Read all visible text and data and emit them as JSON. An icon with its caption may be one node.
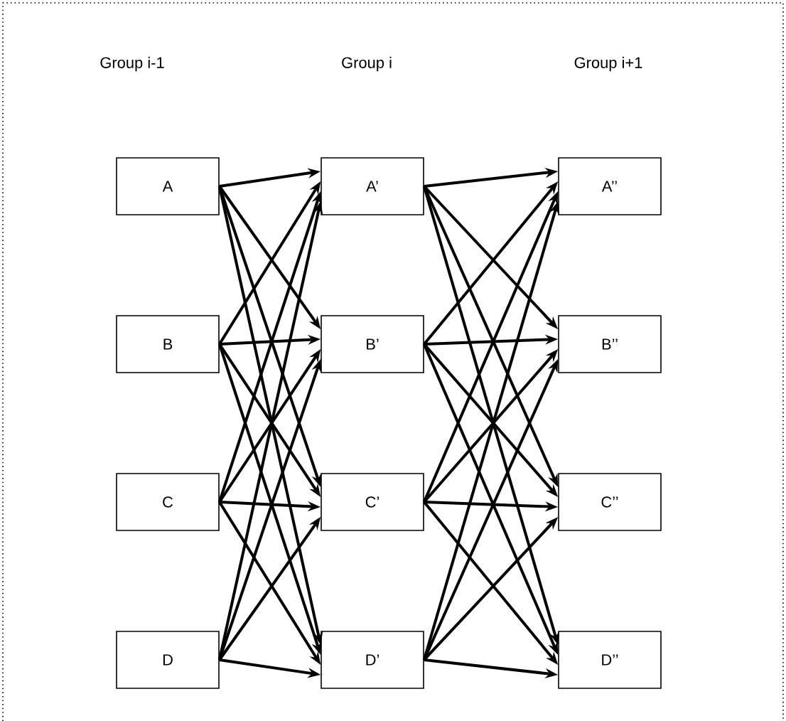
{
  "diagram": {
    "nodes": [
      {
        "text": [
          "A"
        ]
      },
      {
        "text": [
          "B"
        ]
      },
      {
        "text": [
          "C"
        ]
      },
      {
        "text": [
          "D"
        ]
      },
      {
        "text": [
          "A’"
        ]
      },
      {
        "text": [
          "B’"
        ]
      },
      {
        "text": [
          "C’"
        ]
      },
      {
        "text": [
          "D’"
        ]
      },
      {
        "text": [
          "A’’"
        ]
      },
      {
        "text": [
          "B’’"
        ]
      },
      {
        "text": [
          "C’’"
        ]
      },
      {
        "text": [
          "D’’"
        ]
      }
    ],
    "edges": [
      {
        "from": 0,
        "to": 4,
        "arrow": "to"
      },
      {
        "from": 0,
        "to": 5,
        "arrow": "to"
      },
      {
        "from": 0,
        "to": 6,
        "arrow": "to"
      },
      {
        "from": 0,
        "to": 7,
        "arrow": "to"
      },
      {
        "from": 1,
        "to": 4,
        "arrow": "to"
      },
      {
        "from": 1,
        "to": 5,
        "arrow": "to"
      },
      {
        "from": 1,
        "to": 6,
        "arrow": "to"
      },
      {
        "from": 1,
        "to": 7,
        "arrow": "to"
      },
      {
        "from": 2,
        "to": 4,
        "arrow": "to"
      },
      {
        "from": 2,
        "to": 5,
        "arrow": "to"
      },
      {
        "from": 2,
        "to": 6,
        "arrow": "to"
      },
      {
        "from": 2,
        "to": 7,
        "arrow": "to"
      },
      {
        "from": 3,
        "to": 4,
        "arrow": "to"
      },
      {
        "from": 3,
        "to": 5,
        "arrow": "to"
      },
      {
        "from": 3,
        "to": 6,
        "arrow": "to"
      },
      {
        "from": 3,
        "to": 7,
        "arrow": "to"
      },
      {
        "from": 4,
        "to": 8,
        "arrow": "to"
      },
      {
        "from": 4,
        "to": 9,
        "arrow": "to"
      },
      {
        "from": 4,
        "to": 10,
        "arrow": "to"
      },
      {
        "from": 4,
        "to": 11,
        "arrow": "to"
      },
      {
        "from": 5,
        "to": 8,
        "arrow": "to"
      },
      {
        "from": 5,
        "to": 9,
        "arrow": "to"
      },
      {
        "from": 5,
        "to": 10,
        "arrow": "to"
      },
      {
        "from": 5,
        "to": 11,
        "arrow": "to"
      },
      {
        "from": 6,
        "to": 8,
        "arrow": "to"
      },
      {
        "from": 6,
        "to": 9,
        "arrow": "to"
      },
      {
        "from": 6,
        "to": 10,
        "arrow": "to"
      },
      {
        "from": 6,
        "to": 11,
        "arrow": "to"
      },
      {
        "from": 7,
        "to": 8,
        "arrow": "to"
      },
      {
        "from": 7,
        "to": 9,
        "arrow": "to"
      },
      {
        "from": 7,
        "to": 10,
        "arrow": "to"
      },
      {
        "from": 7,
        "to": 11,
        "arrow": "to"
      }
    ],
    "labels": [
      "Group i-1",
      "Group i",
      "Group i+1"
    ]
  }
}
